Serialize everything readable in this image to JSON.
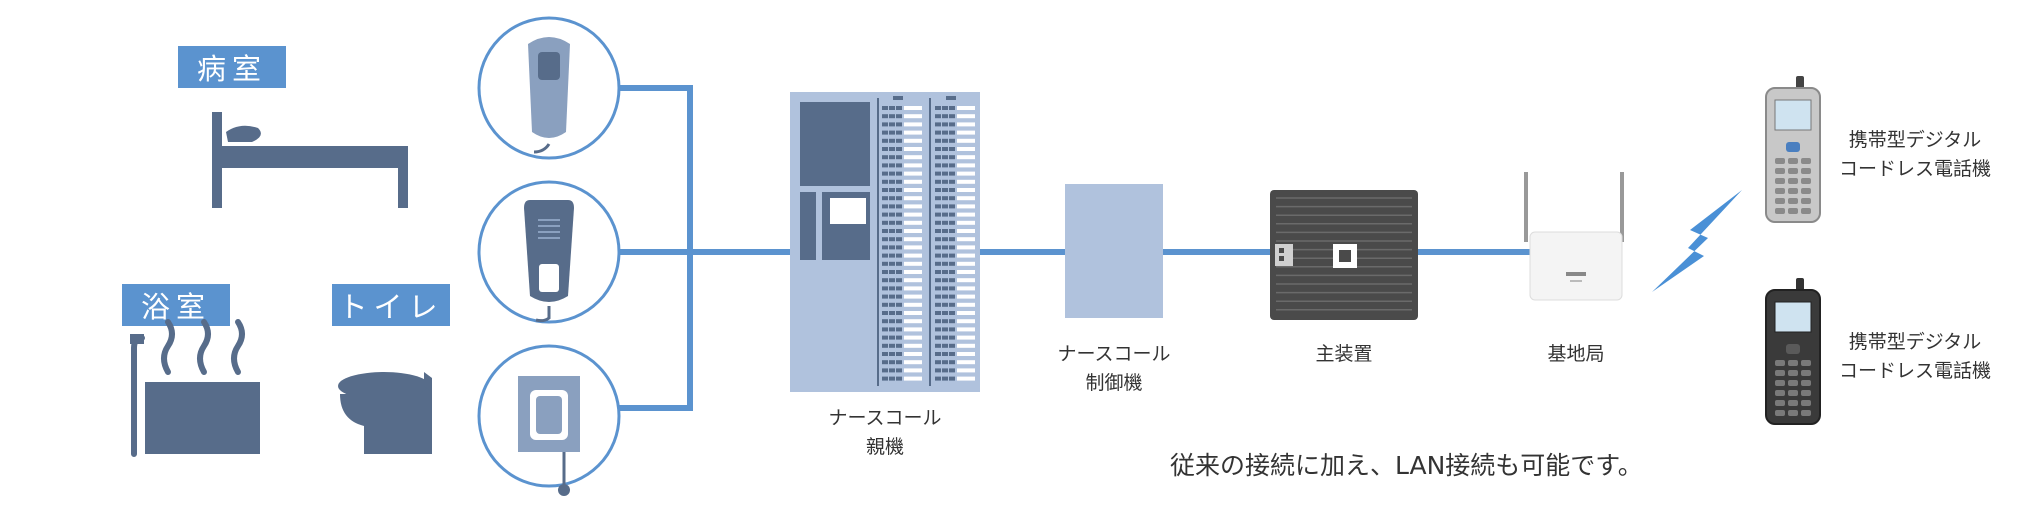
{
  "rooms": {
    "patient_room": "病室",
    "bathroom": "浴室",
    "toilet": "トイレ"
  },
  "devices": {
    "nurse_call_master": [
      "ナースコール",
      "親機"
    ],
    "nurse_call_controller": [
      "ナースコール",
      "制御機"
    ],
    "main_unit": "主装置",
    "base_station": "基地局",
    "phone_1": [
      "携帯型デジタル",
      "コードレス電話機"
    ],
    "phone_2": [
      "携帯型デジタル",
      "コードレス電話機"
    ]
  },
  "note": "従来の接続に加え、LAN接続も可能です。",
  "colors": {
    "accent": "#5b93cf",
    "icon_dark": "#576c8a",
    "panel_light": "#b0c2dd",
    "device_dark": "#4a4a4a"
  }
}
